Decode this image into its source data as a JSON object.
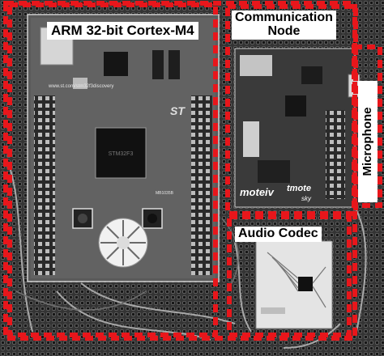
{
  "labels": {
    "arm": "ARM 32-bit Cortex-M4",
    "communication": "Communication\nNode",
    "audio": "Audio Codec",
    "microphone": "Microphone"
  },
  "board_texts": {
    "url": "www.st.com/stm32f3discovery",
    "moteiv": "moteiv",
    "tmote": "tmote",
    "sky": "sky",
    "st_logo": "ST",
    "chip": "MB1035B"
  },
  "colors": {
    "highlight": "#e8161b",
    "label_bg": "#ffffff",
    "board": "#555555",
    "perfboard": "#3c3c3c"
  }
}
